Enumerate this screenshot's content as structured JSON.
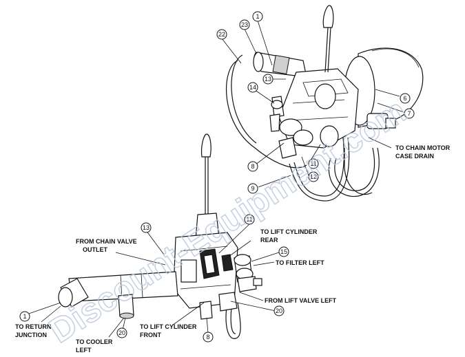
{
  "watermark": "Discount-Equipment.com",
  "upper_assembly": {
    "balloons": [
      "1",
      "22",
      "23",
      "13",
      "14",
      "6",
      "7",
      "8",
      "11",
      "12",
      "9"
    ],
    "callouts": {
      "chain_motor_line1": "TO CHAIN MOTOR",
      "chain_motor_line2": "CASE DRAIN"
    }
  },
  "lower_assembly": {
    "balloons": [
      "13",
      "11",
      "15",
      "1",
      "20",
      "20",
      "8"
    ],
    "callouts": {
      "from_chain_valve_line1": "FROM CHAIN VALVE",
      "from_chain_valve_line2": "OUTLET",
      "to_lift_rear_line1": "TO LIFT CYLINDER",
      "to_lift_rear_line2": "REAR",
      "to_filter_left": "TO FILTER LEFT",
      "from_lift_valve_left": "FROM LIFT VALVE LEFT",
      "to_return_line1": "TO RETURN",
      "to_return_line2": "JUNCTION",
      "to_cooler_line1": "TO COOLER",
      "to_cooler_line2": "LEFT",
      "to_lift_front_line1": "TO LIFT CYLINDER",
      "to_lift_front_line2": "FRONT"
    }
  }
}
